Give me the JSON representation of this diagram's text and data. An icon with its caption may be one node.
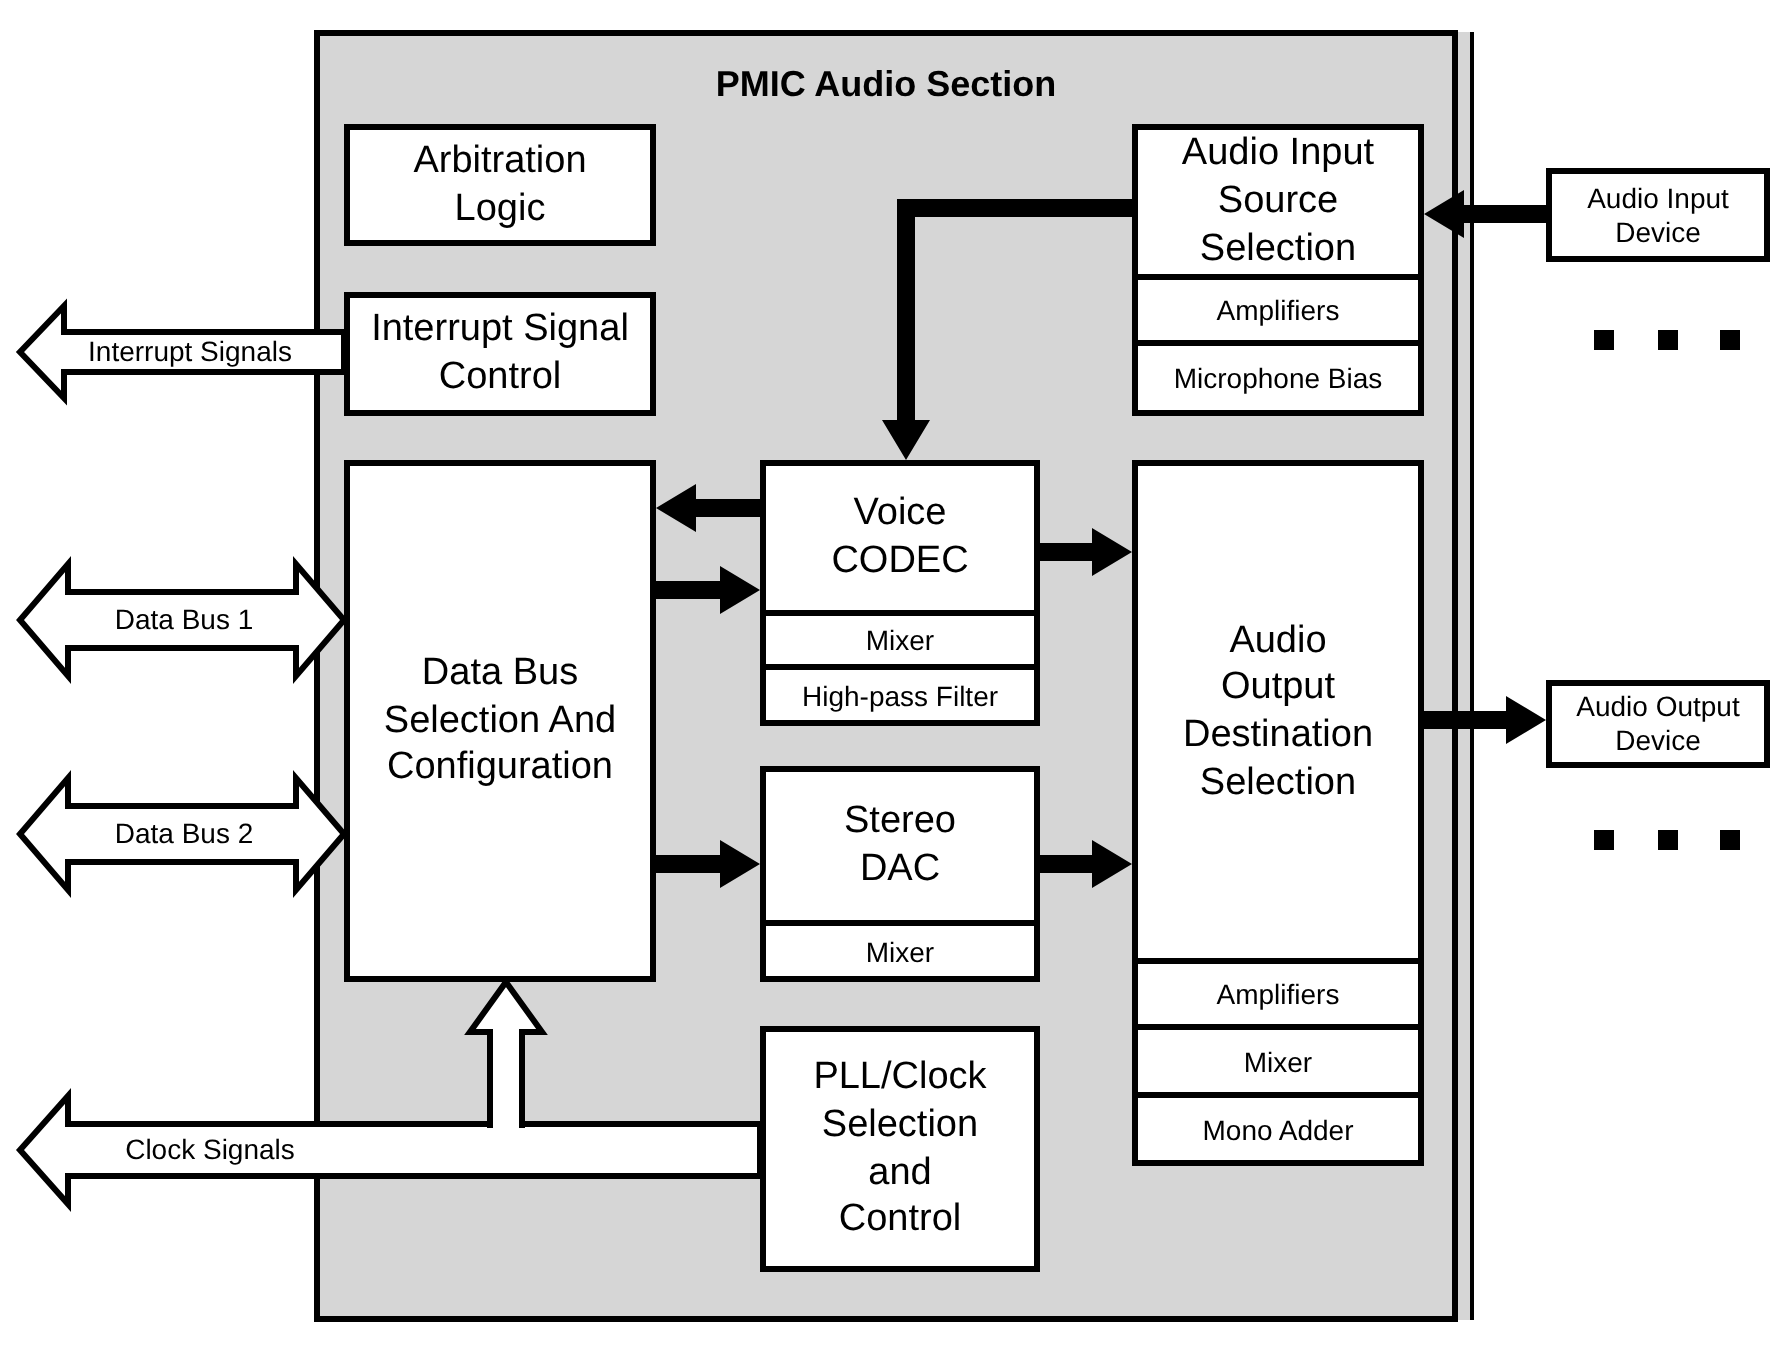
{
  "diagram": {
    "nodes": [
      {
        "text": [
          "PMIC Audio Section"
        ]
      },
      {
        "text": [
          "Arbitration Logic"
        ],
        "in": 0
      },
      {
        "text": [
          "Audio Input Source Selection",
          "Amplifiers",
          "Microphone Bias"
        ],
        "in": 0
      },
      {
        "text": [
          "Audio Input Device"
        ]
      },
      {
        "text": [
          "Interrupt Signal Control"
        ],
        "in": 0
      },
      {
        "text": [
          "Data Bus Selection And Configuration"
        ],
        "in": 0
      },
      {
        "text": [
          "Voice CODEC",
          "Mixer",
          "High-pass Filter"
        ],
        "in": 0
      },
      {
        "text": [
          "Audio Output Destination Selection",
          "Amplifiers",
          "Mixer",
          "Mono Adder"
        ],
        "in": 0
      },
      {
        "text": [
          "Audio Output Device"
        ]
      },
      {
        "text": [
          "Stereo DAC",
          "Mixer"
        ],
        "in": 0
      },
      {
        "text": [
          "PLL/Clock Selection and Control"
        ],
        "in": 0
      }
    ],
    "edges": [
      {
        "from": 4,
        "to": null,
        "arrow": "to",
        "label": "Interrupt Signals"
      },
      {
        "from": 5,
        "to": null,
        "arrow": "both",
        "label": "Data Bus 1"
      },
      {
        "from": 5,
        "to": null,
        "arrow": "both",
        "label": "Data Bus 2"
      },
      {
        "from": 10,
        "to": null,
        "arrow": "to",
        "label": "Clock Signals"
      },
      {
        "from": null,
        "to": 5,
        "arrow": "to"
      },
      {
        "from": 3,
        "to": 2,
        "arrow": "to",
        "style": "thick"
      },
      {
        "from": 2,
        "to": 6,
        "arrow": "to",
        "style": "thick"
      },
      {
        "from": 6,
        "to": 5,
        "arrow": "to",
        "style": "thick"
      },
      {
        "from": 5,
        "to": 6,
        "arrow": "to",
        "style": "thick"
      },
      {
        "from": 6,
        "to": 7,
        "arrow": "to",
        "style": "thick"
      },
      {
        "from": 5,
        "to": 9,
        "arrow": "to",
        "style": "thick"
      },
      {
        "from": 9,
        "to": 7,
        "arrow": "to",
        "style": "thick"
      },
      {
        "from": 7,
        "to": 8,
        "arrow": "to",
        "style": "thick"
      }
    ]
  }
}
